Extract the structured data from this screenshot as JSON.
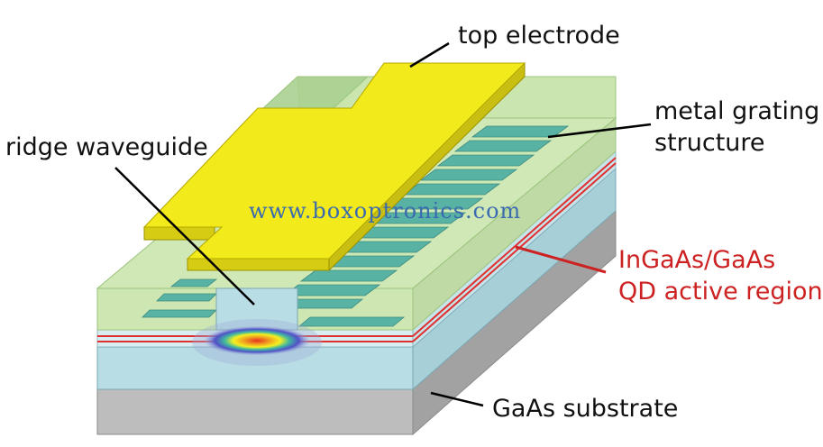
{
  "labels": {
    "top_electrode": "top electrode",
    "metal_grating_line1": "metal grating",
    "metal_grating_line2": "structure",
    "ridge_waveguide": "ridge waveguide",
    "active_region_line1": "InGaAs/GaAs",
    "active_region_line2": "QD active region",
    "substrate": "GaAs substrate"
  },
  "watermark": "www.boxoptronics.com",
  "colors": {
    "electrode": "#f2ea1a",
    "electrode_edge": "#c9bf12",
    "grating": "#58b3a4",
    "cladding": "#bfe0a0",
    "waveguide_layer": "#b9dde4",
    "substrate": "#bdbdbd",
    "active_line": "#e03030",
    "active_label": "#cc2222",
    "watermark": "#3a6ab0"
  }
}
